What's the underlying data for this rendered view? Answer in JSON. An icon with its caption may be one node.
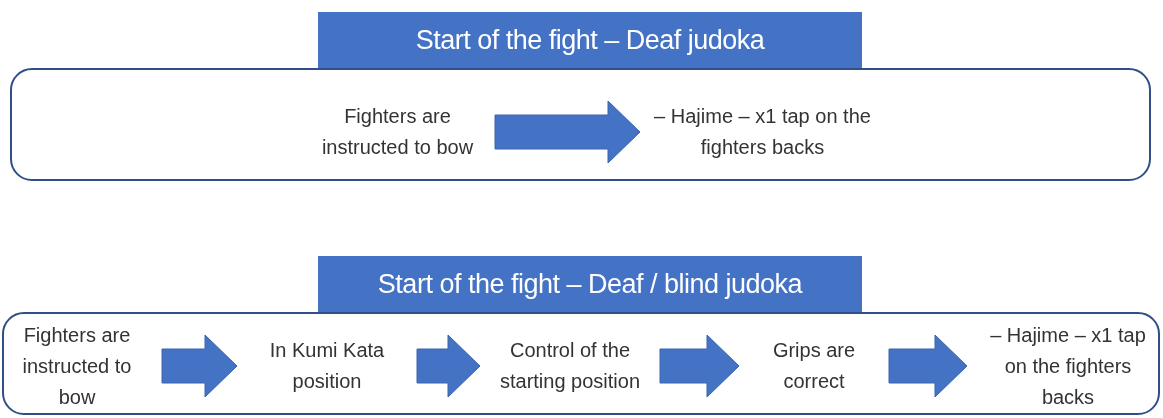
{
  "diagram": {
    "nodes": [
      {
        "text": [
          "Start of the fight – Deaf judoka"
        ]
      },
      {
        "text": [
          "Fighters are instructed to bow"
        ],
        "in": 0
      },
      {
        "text": [
          "– Hajime – x1 tap on the fighters backs"
        ],
        "in": 0
      },
      {
        "text": [
          "Start of the fight – Deaf / blind judoka"
        ]
      },
      {
        "text": [
          "Fighters are instructed to bow"
        ],
        "in": 3
      },
      {
        "text": [
          "In Kumi Kata position"
        ],
        "in": 3
      },
      {
        "text": [
          "Control of the starting position"
        ],
        "in": 3
      },
      {
        "text": [
          "Grips are correct"
        ],
        "in": 3
      },
      {
        "text": [
          "– Hajime – x1 tap on the fighters backs"
        ],
        "in": 3
      }
    ],
    "edges": [
      {
        "from": 1,
        "to": 2,
        "arrow": "to",
        "style": "thick"
      },
      {
        "from": 4,
        "to": 5,
        "arrow": "to",
        "style": "thick"
      },
      {
        "from": 5,
        "to": 6,
        "arrow": "to",
        "style": "thick"
      },
      {
        "from": 6,
        "to": 7,
        "arrow": "to",
        "style": "thick"
      },
      {
        "from": 7,
        "to": 8,
        "arrow": "to",
        "style": "thick"
      }
    ]
  }
}
